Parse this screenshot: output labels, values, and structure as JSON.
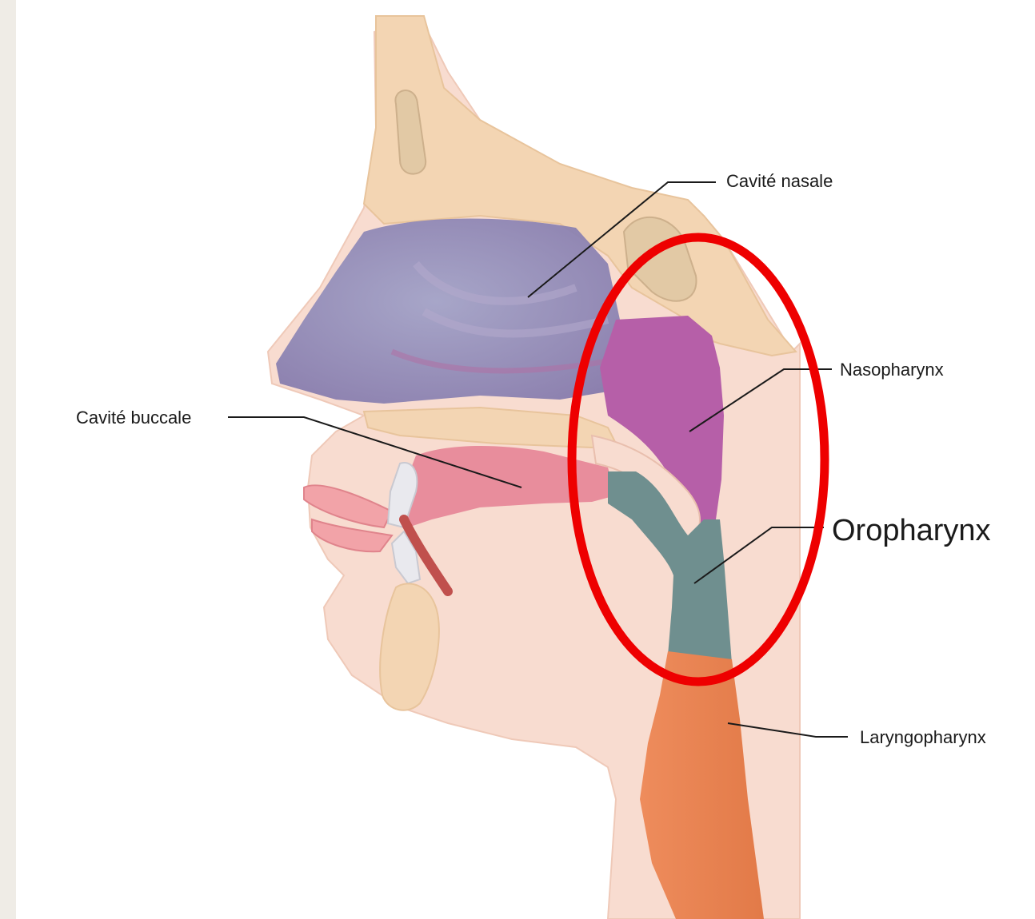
{
  "diagram": {
    "labels": {
      "nasal_cavity": "Cavité nasale",
      "nasopharynx": "Nasopharynx",
      "oral_cavity": "Cavité buccale",
      "oropharynx": "Oropharynx",
      "laryngopharynx": "Laryngopharynx"
    },
    "highlight": {
      "color": "#ee0000",
      "target": "oropharynx"
    },
    "colors": {
      "skin": "#f8dcd0",
      "bone": "#f3d5b3",
      "nasal_cavity": "#8e83b3",
      "nasopharynx": "#b65fa8",
      "oral_cavity": "#e88d9c",
      "oropharynx": "#6f8f8f",
      "laryngopharynx": "#e8865a"
    }
  }
}
